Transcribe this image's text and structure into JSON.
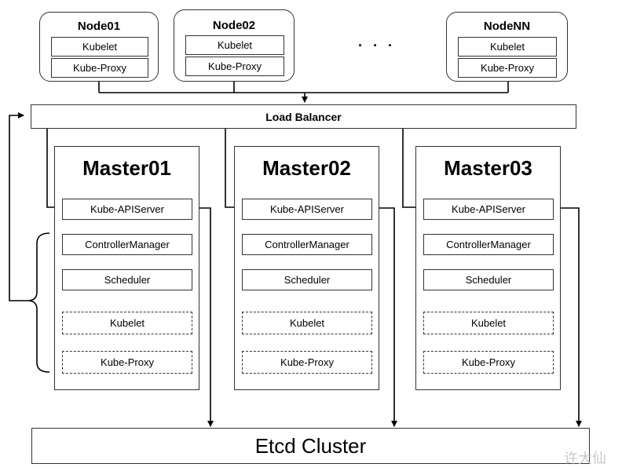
{
  "nodes": [
    {
      "name": "Node01",
      "kubelet": "Kubelet",
      "proxy": "Kube-Proxy"
    },
    {
      "name": "Node02",
      "kubelet": "Kubelet",
      "proxy": "Kube-Proxy"
    },
    {
      "name": "NodeNN",
      "kubelet": "Kubelet",
      "proxy": "Kube-Proxy"
    }
  ],
  "ellipsis": "· · ·",
  "load_balancer": "Load Balancer",
  "masters": [
    {
      "name": "Master01",
      "apiserver": "Kube-APIServer",
      "controller": "ControllerManager",
      "scheduler": "Scheduler",
      "kubelet": "Kubelet",
      "proxy": "Kube-Proxy"
    },
    {
      "name": "Master02",
      "apiserver": "Kube-APIServer",
      "controller": "ControllerManager",
      "scheduler": "Scheduler",
      "kubelet": "Kubelet",
      "proxy": "Kube-Proxy"
    },
    {
      "name": "Master03",
      "apiserver": "Kube-APIServer",
      "controller": "ControllerManager",
      "scheduler": "Scheduler",
      "kubelet": "Kubelet",
      "proxy": "Kube-Proxy"
    }
  ],
  "etcd": "Etcd Cluster",
  "watermark": "许大仙"
}
